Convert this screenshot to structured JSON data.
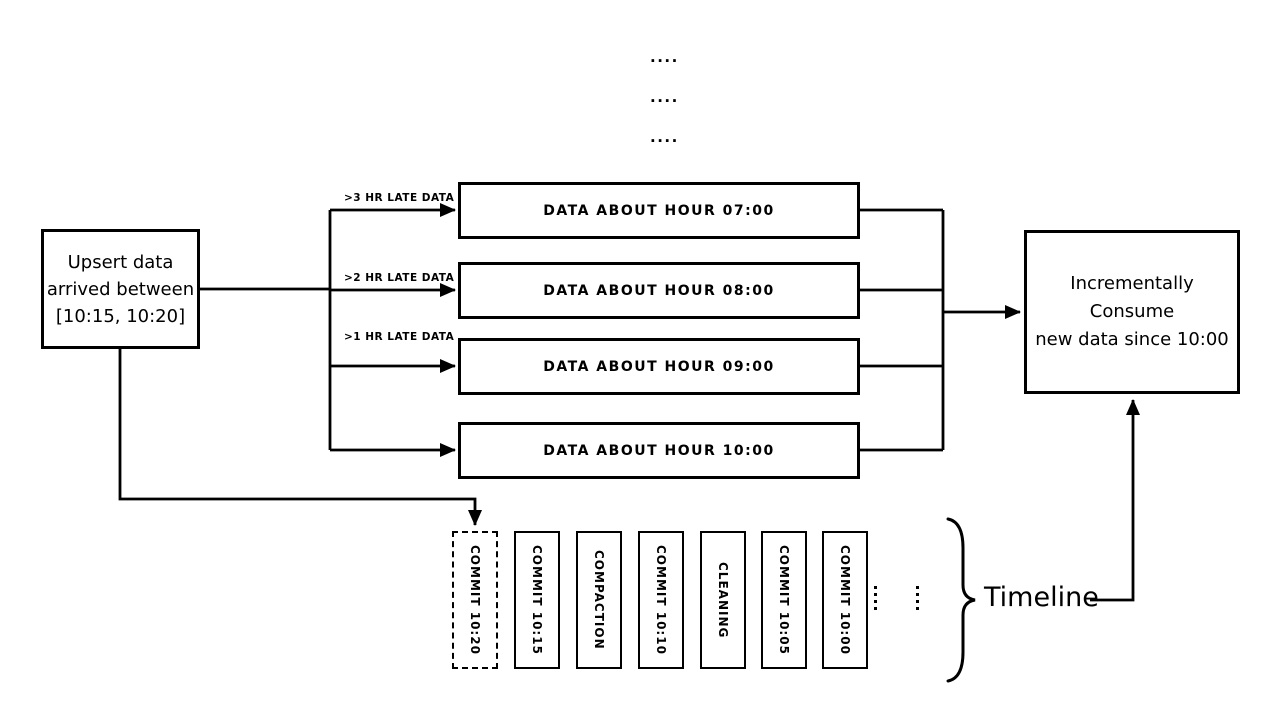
{
  "diagram": {
    "top_ellipsis": {
      "row1": "....",
      "row2": "....",
      "row3": "...."
    },
    "upsert_box": {
      "line1": "Upsert data",
      "line2": "arrived between",
      "line3": "[10:15, 10:20]"
    },
    "late_data_labels": [
      {
        "label": ">3 HR LATE DATA"
      },
      {
        "label": ">2 HR LATE DATA"
      },
      {
        "label": ">1 HR LATE DATA"
      }
    ],
    "hour_boxes": [
      {
        "label": "DATA ABOUT HOUR 07:00"
      },
      {
        "label": "DATA ABOUT HOUR 08:00"
      },
      {
        "label": "DATA ABOUT HOUR 09:00"
      },
      {
        "label": "DATA ABOUT HOUR 10:00"
      }
    ],
    "consume_box": {
      "line1": "Incrementally Consume",
      "line2": "new data since 10:00"
    },
    "timeline": {
      "brace_label": "Timeline",
      "items": [
        {
          "label": "COMMIT 10:20",
          "border": "dashed"
        },
        {
          "label": "COMMIT 10:15",
          "border": "solid"
        },
        {
          "label": "COMPACTION",
          "border": "solid"
        },
        {
          "label": "COMMIT 10:10",
          "border": "solid"
        },
        {
          "label": "CLEANING",
          "border": "solid"
        },
        {
          "label": "COMMIT 10:05",
          "border": "solid"
        },
        {
          "label": "COMMIT 10:00",
          "border": "solid"
        }
      ]
    },
    "icons": {
      "vertical_ellipsis": "⋮",
      "brace": "}"
    },
    "colors": {
      "ink": "#000000",
      "background": "#ffffff"
    }
  }
}
